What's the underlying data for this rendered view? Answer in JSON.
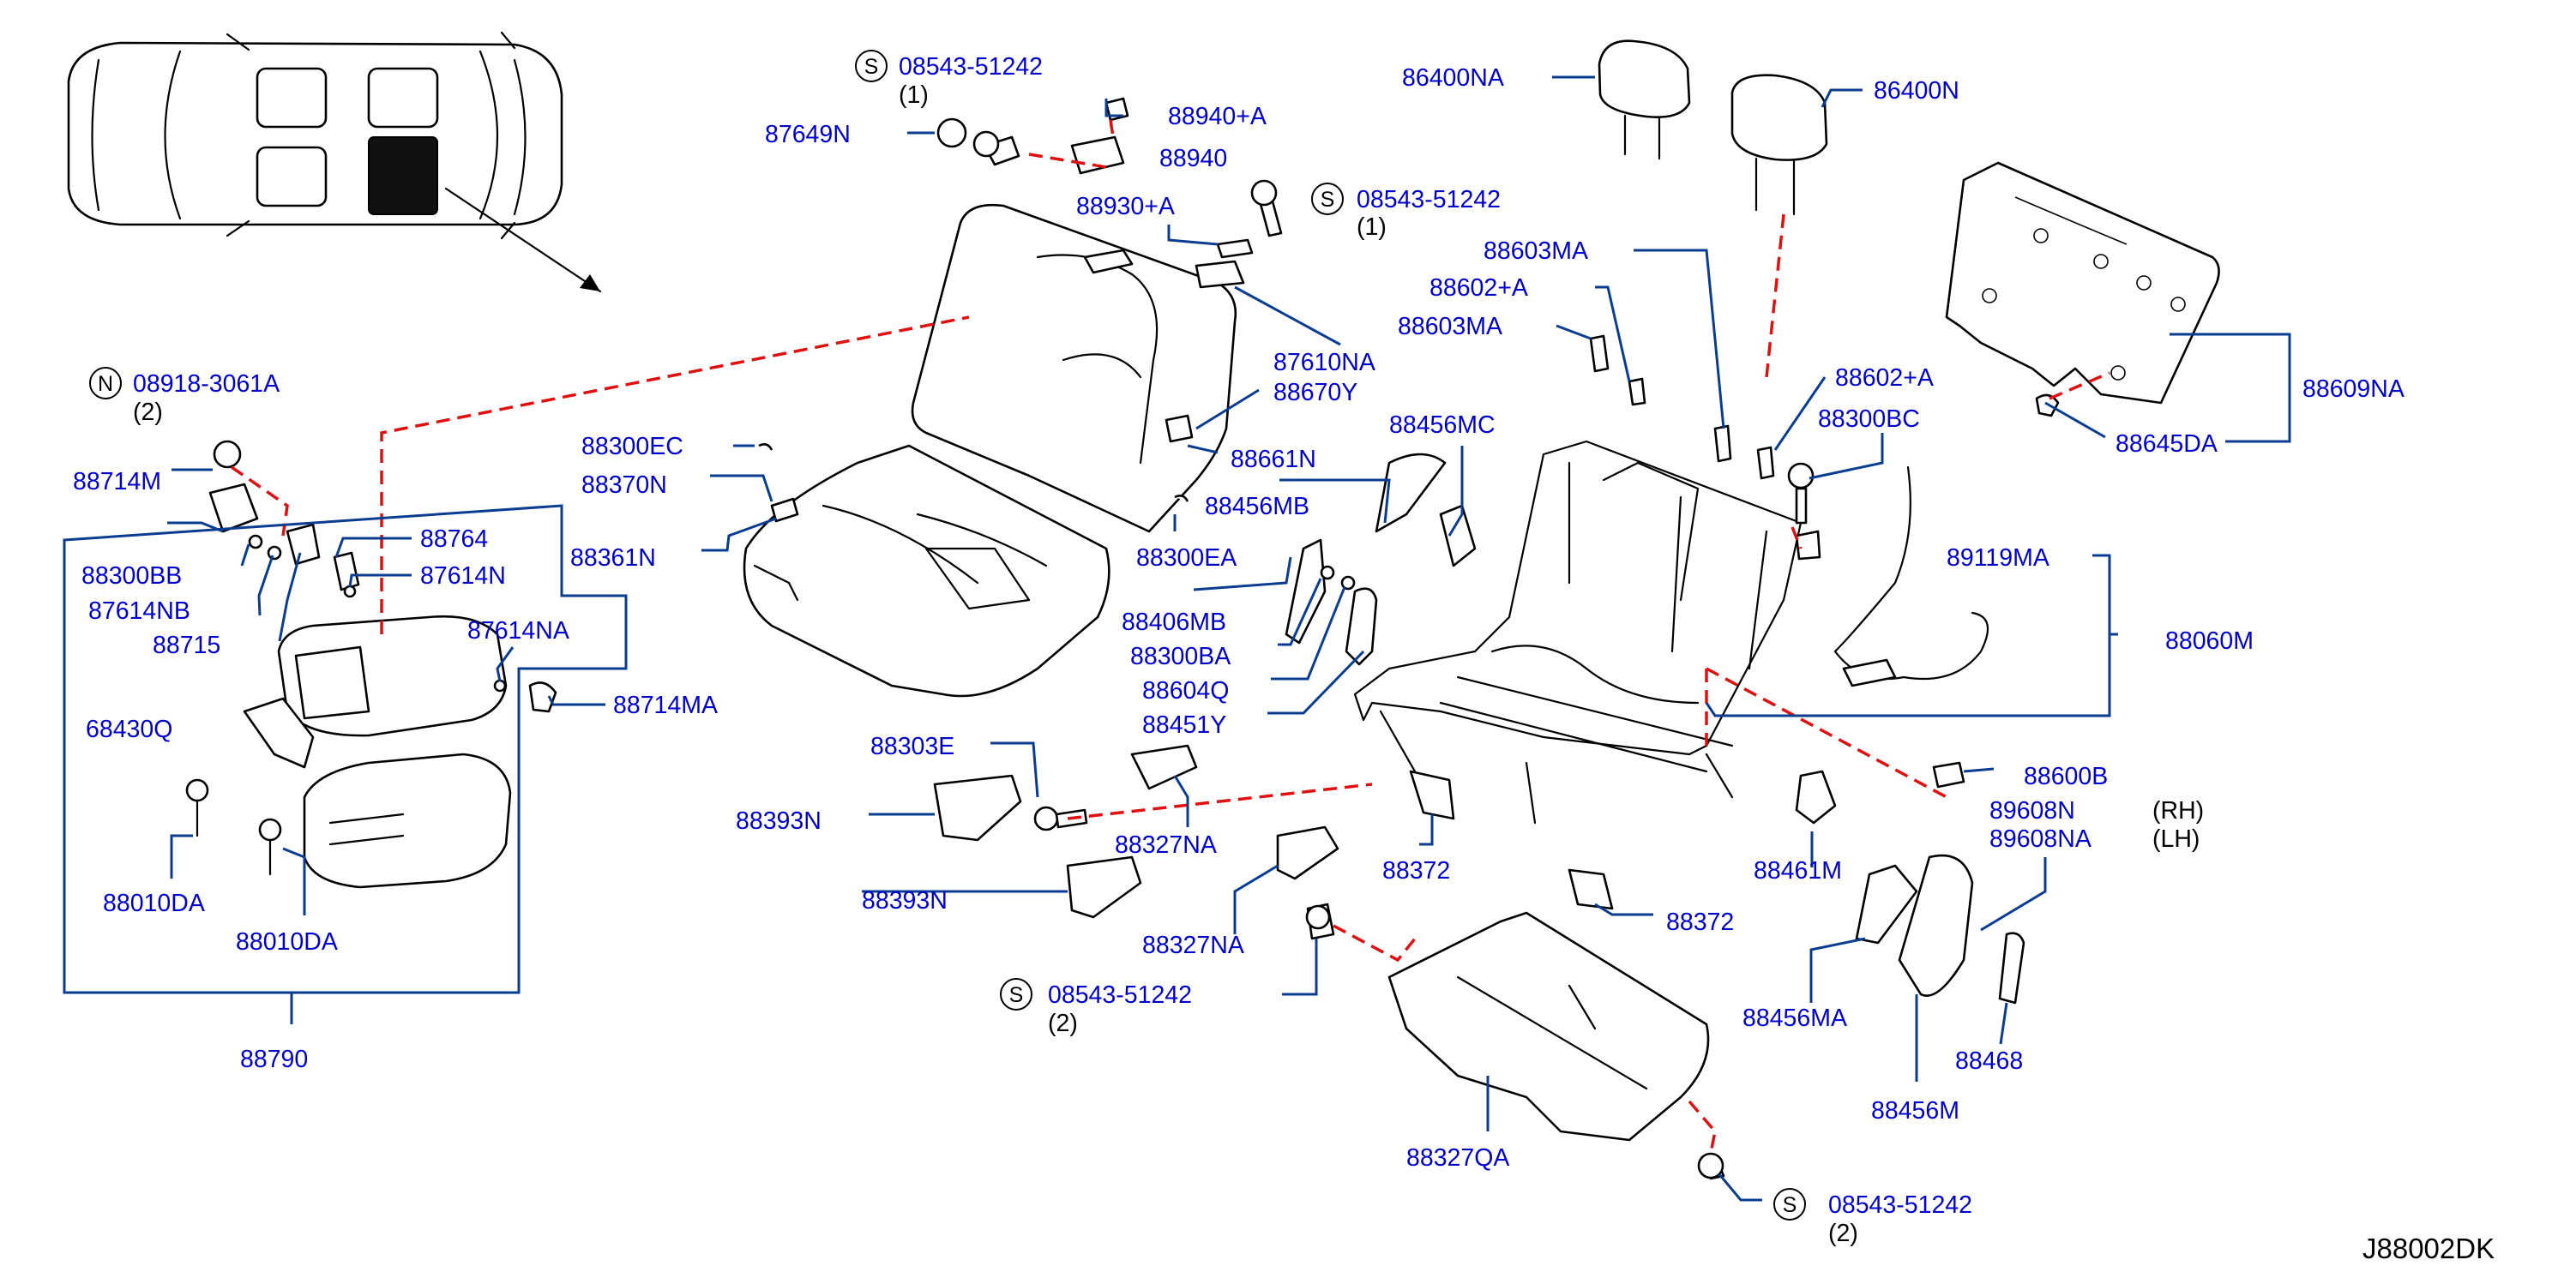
{
  "diagram_code": "J88002DK",
  "symbols": {
    "screw": "S",
    "nut": "N"
  },
  "labels": {
    "s_08543_51242_a": "08543-51242",
    "qty_1_a": "(1)",
    "p_87649N": "87649N",
    "p_88940A": "88940+A",
    "p_88940": "88940",
    "p_88930A": "88930+A",
    "s_08543_51242_b": "08543-51242",
    "qty_1_b": "(1)",
    "p_87610NA": "87610NA",
    "p_86400NA": "86400NA",
    "p_86400N": "86400N",
    "p_88603MA_a": "88603MA",
    "p_88602A_a": "88602+A",
    "p_88603MA_b": "88603MA",
    "p_88602A_b": "88602+A",
    "p_88300BC": "88300BC",
    "p_88609NA": "88609NA",
    "p_88645DA": "88645DA",
    "n_08918_3061A": "08918-3061A",
    "qty_2_n": "(2)",
    "p_88714M": "88714M",
    "p_88300BB": "88300BB",
    "p_87614NB": "87614NB",
    "p_88715": "88715",
    "p_88764": "88764",
    "p_87614N": "87614N",
    "p_87614NA": "87614NA",
    "p_88714MA": "88714MA",
    "p_68430Q": "68430Q",
    "p_88010DA_a": "88010DA",
    "p_88010DA_b": "88010DA",
    "p_88790": "88790",
    "p_88300EC": "88300EC",
    "p_88370N": "88370N",
    "p_88361N": "88361N",
    "p_88670Y": "88670Y",
    "p_88661N": "88661N",
    "p_88456MB": "88456MB",
    "p_88300EA": "88300EA",
    "p_88456MC": "88456MC",
    "p_88406MB": "88406MB",
    "p_88300BA": "88300BA",
    "p_88604Q": "88604Q",
    "p_88451Y": "88451Y",
    "p_89119MA": "89119MA",
    "p_88060M": "88060M",
    "p_88600B": "88600B",
    "p_89608N": "89608N",
    "rh": "(RH)",
    "p_89608NA": "89608NA",
    "lh": "(LH)",
    "p_88303E": "88303E",
    "p_88393N_a": "88393N",
    "p_88327NA_a": "88327NA",
    "p_88393N_b": "88393N",
    "p_88327NA_b": "88327NA",
    "p_88372_a": "88372",
    "p_88372_b": "88372",
    "p_88461M": "88461M",
    "p_88456MA": "88456MA",
    "p_88468": "88468",
    "p_88456M": "88456M",
    "s_08543_51242_c": "08543-51242",
    "qty_2_c": "(2)",
    "p_88327QA": "88327QA",
    "s_08543_51242_d": "08543-51242",
    "qty_2_d": "(2)"
  }
}
